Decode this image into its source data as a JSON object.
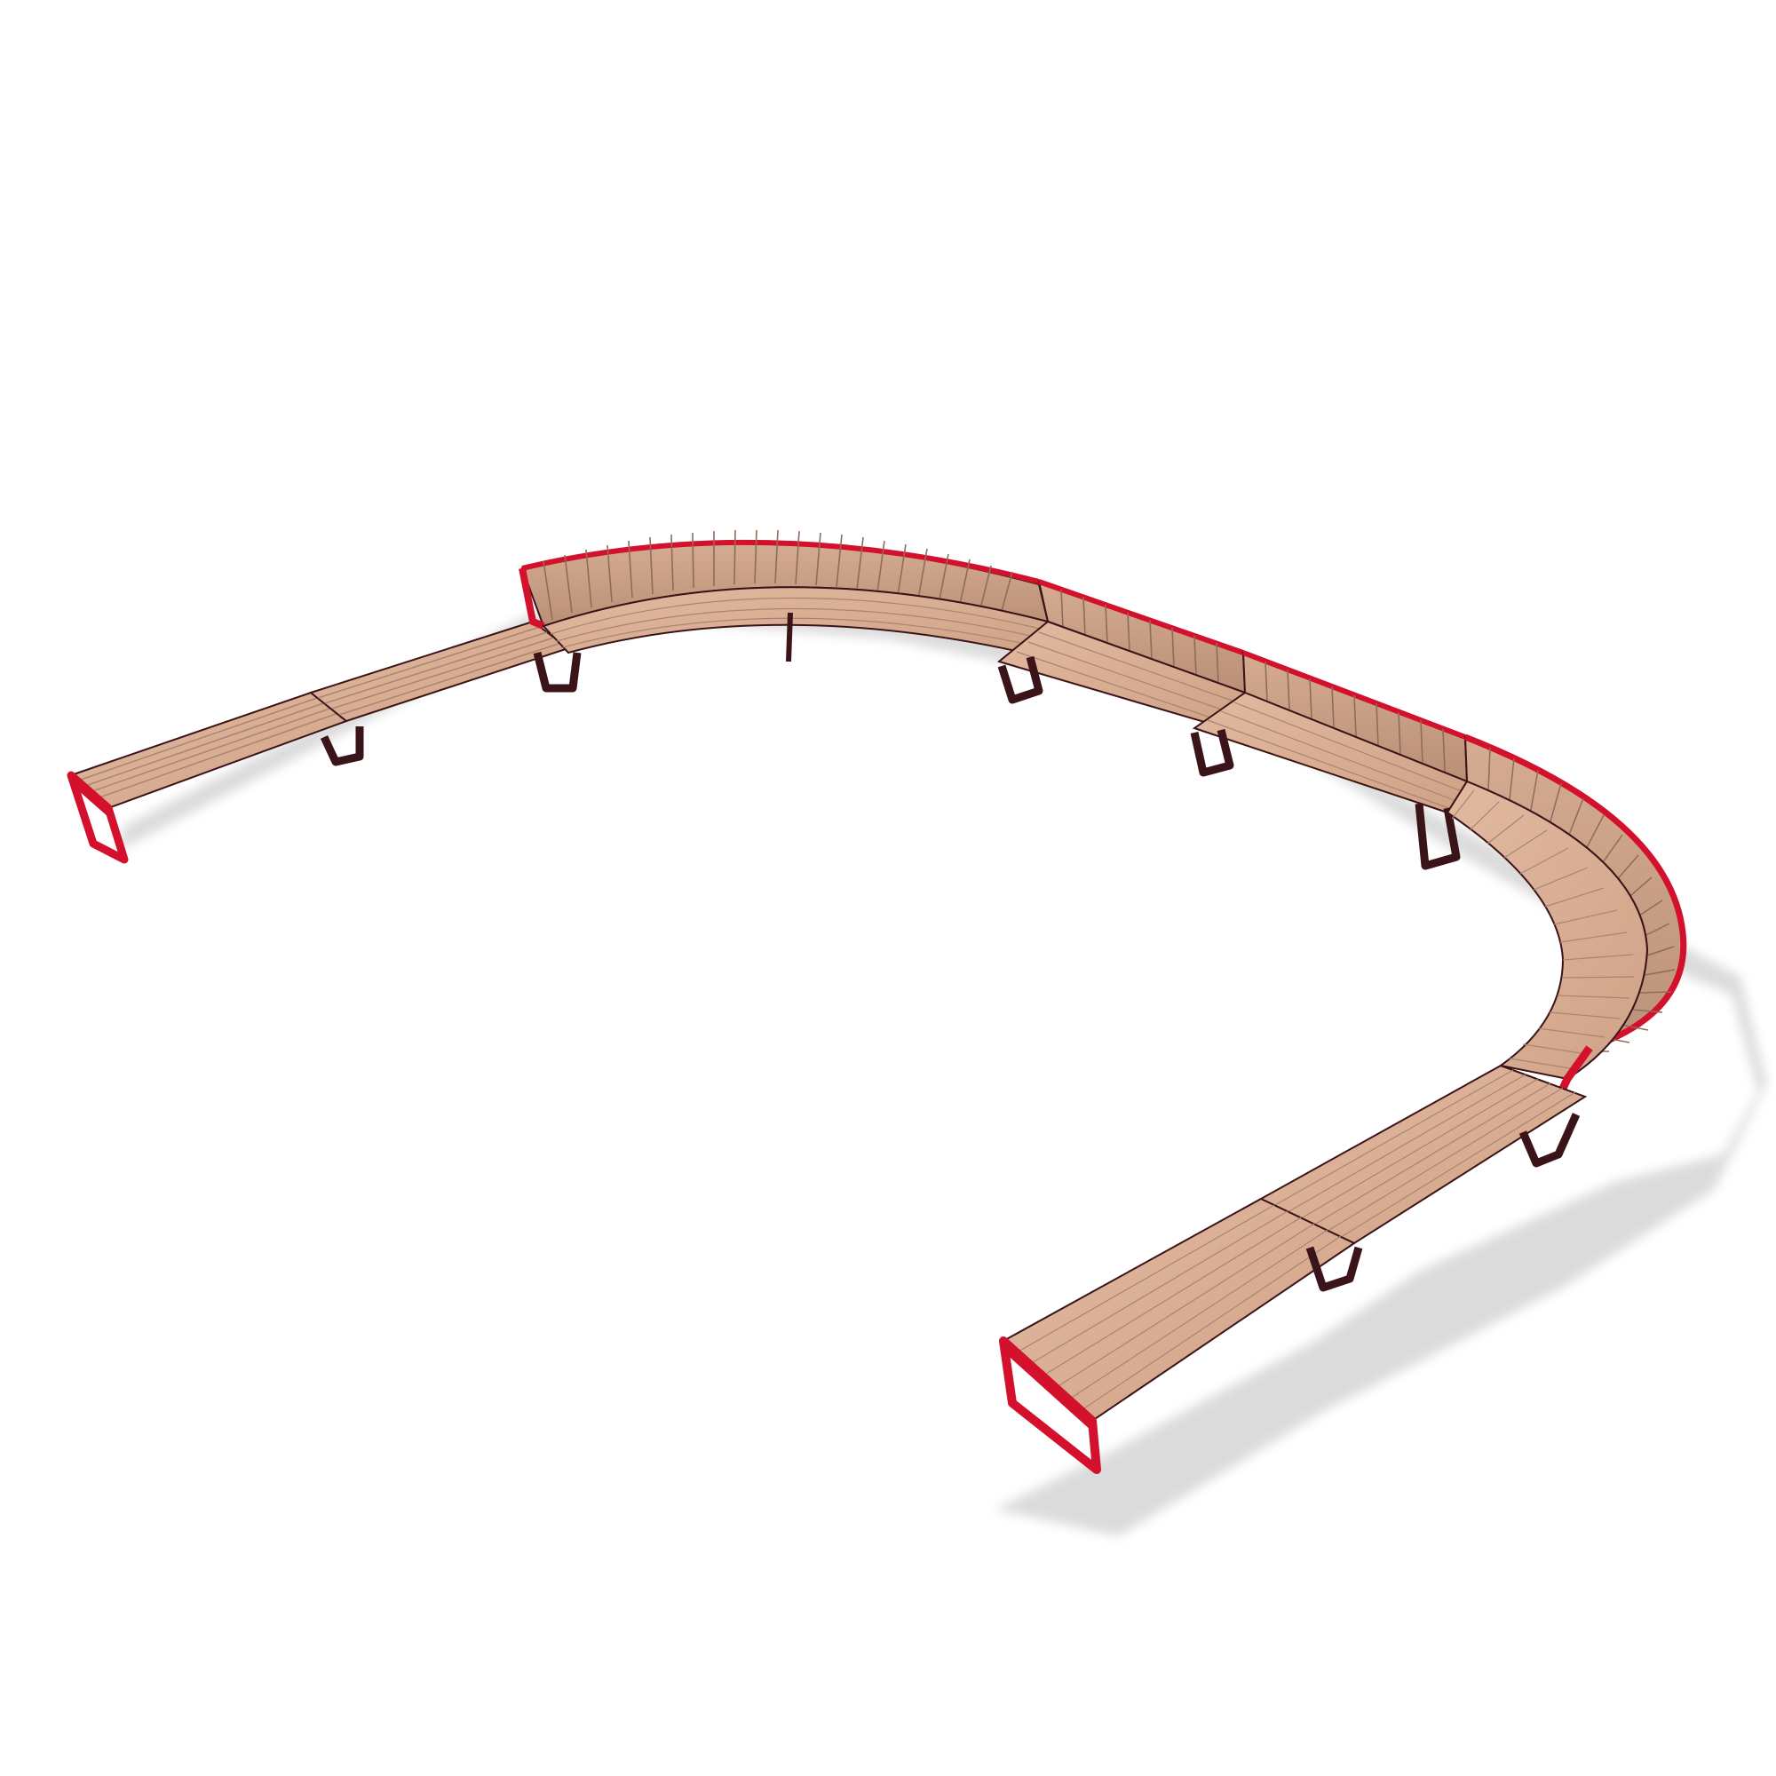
{
  "scene": {
    "subject": "modular-curved-bench",
    "background_color": "#ffffff",
    "colors": {
      "wood_top": "#d9ae94",
      "wood_back": "#c9a087",
      "wood_slat_line": "#a98570",
      "frame_red": "#d3112d",
      "frame_dark": "#3a1418",
      "shadow": "#d6d6d6"
    },
    "components": [
      "left-straight-bench-end",
      "left-straight-bench-middle",
      "curved-backrest-section",
      "straight-backrest-section-1",
      "straight-backrest-section-2",
      "u-turn-curved-section",
      "right-straight-bench-middle",
      "right-straight-bench-end"
    ]
  }
}
